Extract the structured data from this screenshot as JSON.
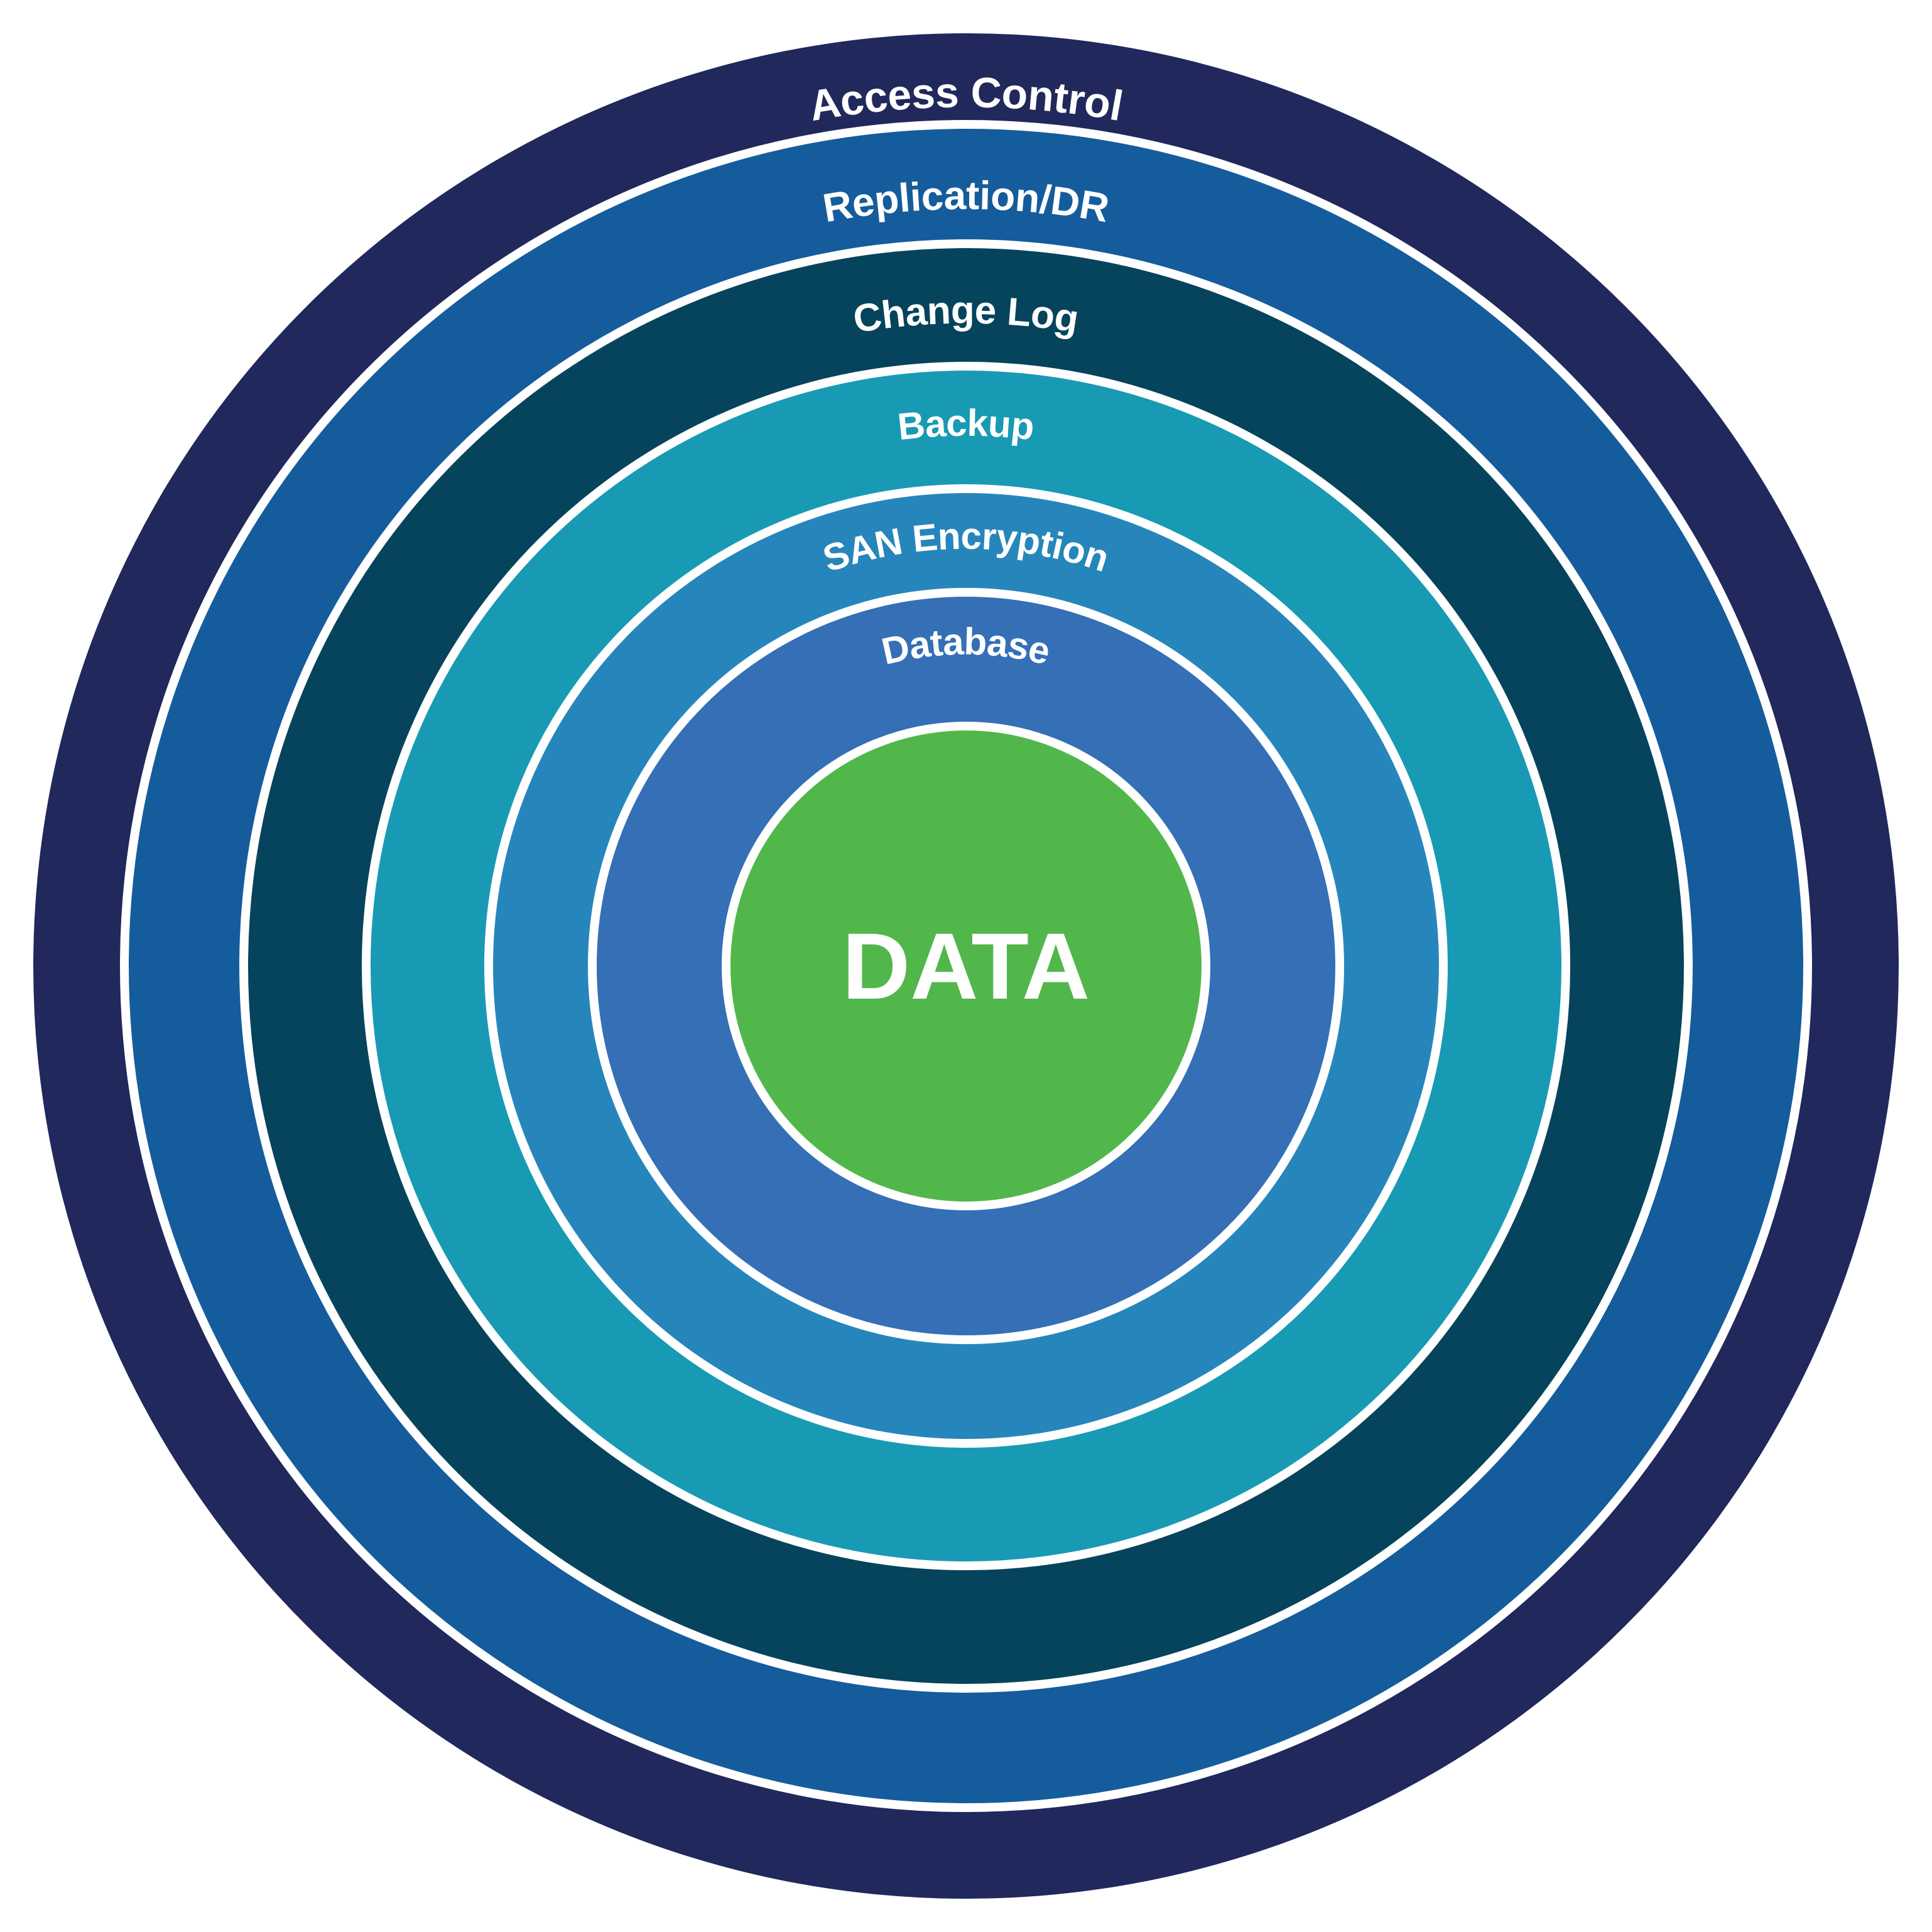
{
  "diagram": {
    "layers": [
      {
        "label": "Access Control",
        "color": "#20285c"
      },
      {
        "label": "Replication/DR",
        "color": "#155c9c"
      },
      {
        "label": "Change Log",
        "color": "#05445c"
      },
      {
        "label": "Backup",
        "color": "#189ab4"
      },
      {
        "label": "SAN Encryption",
        "color": "#2686bb"
      },
      {
        "label": "Database",
        "color": "#356fb6"
      }
    ],
    "core": {
      "label": "DATA",
      "color": "#52b74b"
    },
    "separator_color": "#ffffff"
  }
}
